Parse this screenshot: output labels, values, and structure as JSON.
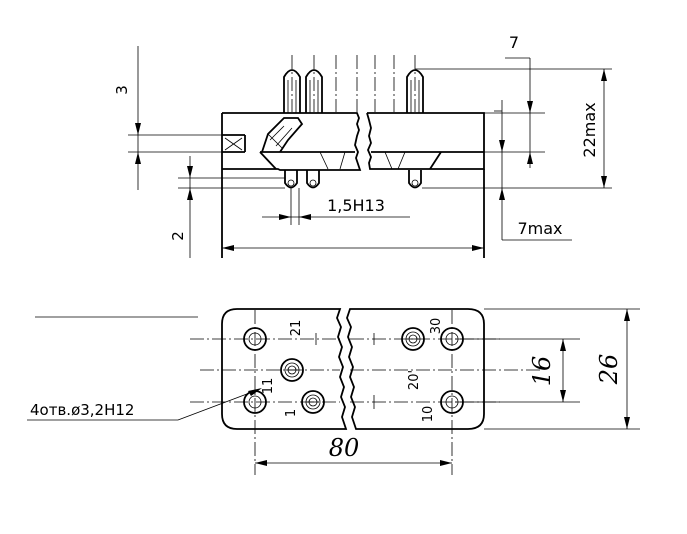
{
  "side_view": {
    "dim_3": "3",
    "dim_2": "2",
    "dim_7": "7",
    "dim_22max": "22max",
    "dim_pitch": "1,5H13",
    "dim_7max": "7max"
  },
  "front_view": {
    "dim_26": "26",
    "dim_16": "16",
    "dim_80": "80",
    "holes_note": "4отв.ø3,2H12",
    "contact_labels": {
      "c21": "21",
      "c30": "30",
      "c11": "11",
      "c20": "20'",
      "c1": "1",
      "c10": "10"
    }
  }
}
